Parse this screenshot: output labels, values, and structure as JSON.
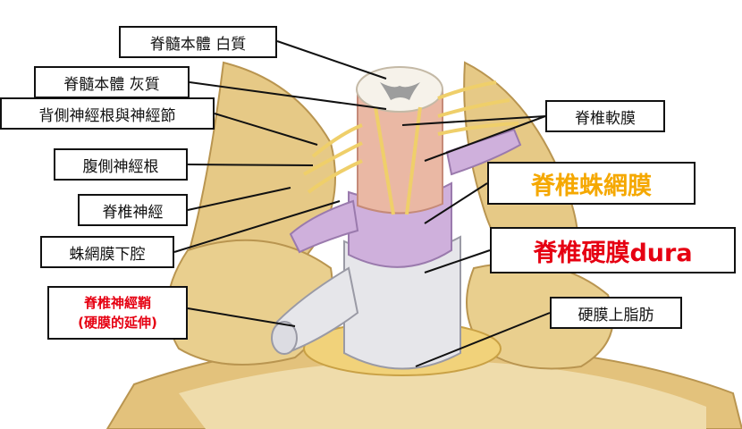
{
  "labels": {
    "white_matter": "脊髓本體 白質",
    "gray_matter": "脊髓本體 灰質",
    "dorsal_root": "背側神經根與神經節",
    "ventral_root": "腹側神經根",
    "spinal_nerve": "脊椎神經",
    "subarachnoid": "蛛網膜下腔",
    "sheath_line1": "脊椎神經鞘",
    "sheath_line2": "(硬膜的延伸)",
    "pia": "脊椎軟膜",
    "arachnoid": "脊椎蛛網膜",
    "dura": "脊椎硬膜dura",
    "epidural_fat": "硬膜上脂肪"
  },
  "colors": {
    "arachnoid_text": "#f5a800",
    "dura_text": "#e60012",
    "sheath_text": "#e60012",
    "bone": "#e9cf8e",
    "dura_tissue": "#e4e4e8",
    "arachnoid_tissue": "#c9a6d4",
    "cord": "#e8b3a0",
    "nerve": "#f0d67a"
  }
}
